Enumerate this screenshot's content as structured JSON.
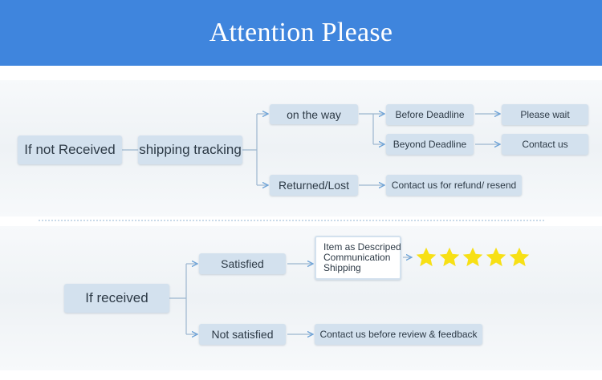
{
  "header": {
    "title": "Attention Please"
  },
  "not_received": {
    "root": "If not Received",
    "tracking": "shipping tracking",
    "on_the_way": "on the way",
    "returned_lost": "Returned/Lost",
    "before_deadline": "Before Deadline",
    "beyond_deadline": "Beyond Deadline",
    "please_wait": "Please wait",
    "contact_us": "Contact us",
    "contact_refund": "Contact us for refund/ resend"
  },
  "received": {
    "root": "If received",
    "satisfied": "Satisfied",
    "not_satisfied": "Not satisfied",
    "feedback_items": [
      "Item as Descriped",
      "Communication",
      "Shipping"
    ],
    "contact_review": "Contact us before review & feedback",
    "stars": 5
  },
  "colors": {
    "header": "#3f85dd",
    "node": "#d3e1ee",
    "connector": "#9cb6cf",
    "arrow": "#6fa4d8",
    "star": "#f7e015"
  }
}
